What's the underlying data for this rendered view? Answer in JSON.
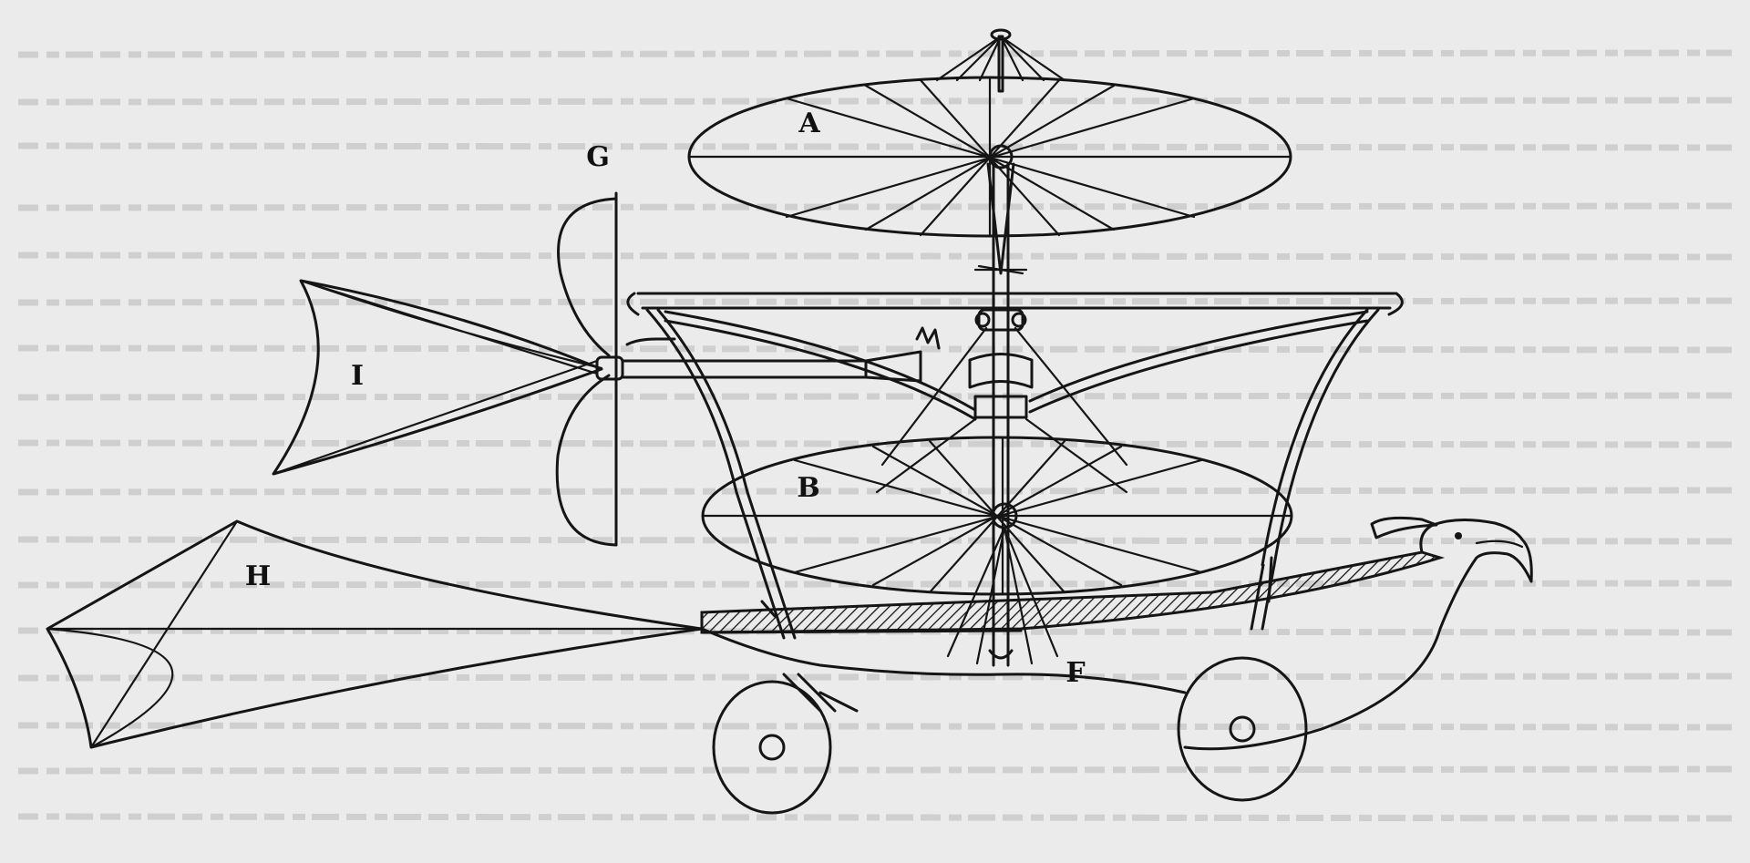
{
  "figure": {
    "labels": {
      "A": "A",
      "B": "B",
      "F": "F",
      "G": "G",
      "H": "H",
      "I": "I"
    },
    "colors": {
      "paper": "#ebebeb",
      "ink": "#151515",
      "show_through_text": "#cfcfcf"
    }
  }
}
